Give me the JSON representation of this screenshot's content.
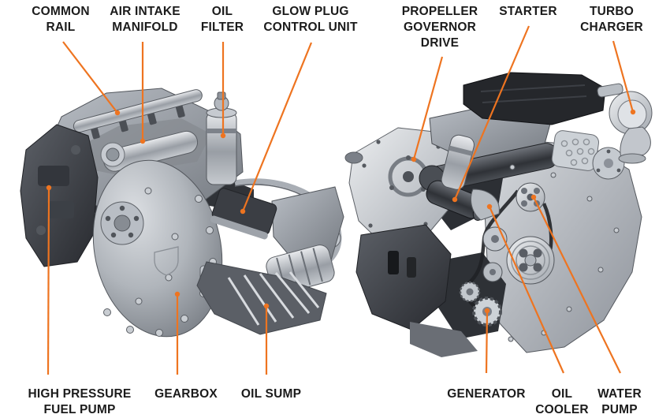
{
  "colors": {
    "accent": "#ee7420",
    "text": "#1b1b1b",
    "background": "#ffffff"
  },
  "labels": {
    "common_rail": "COMMON\nRAIL",
    "air_intake_manifold": "AIR INTAKE\nMANIFOLD",
    "oil_filter": "OIL\nFILTER",
    "glow_plug_control_unit": "GLOW PLUG\nCONTROL UNIT",
    "propeller_governor_drive": "PROPELLER\nGOVERNOR\nDRIVE",
    "starter": "STARTER",
    "turbo_charger": "TURBO\nCHARGER",
    "high_pressure_fuel_pump": "HIGH PRESSURE\nFUEL PUMP",
    "gearbox": "GEARBOX",
    "oil_sump": "OIL SUMP",
    "generator": "GENERATOR",
    "oil_cooler": "OIL\nCOOLER",
    "water_pump": "WATER\nPUMP"
  }
}
